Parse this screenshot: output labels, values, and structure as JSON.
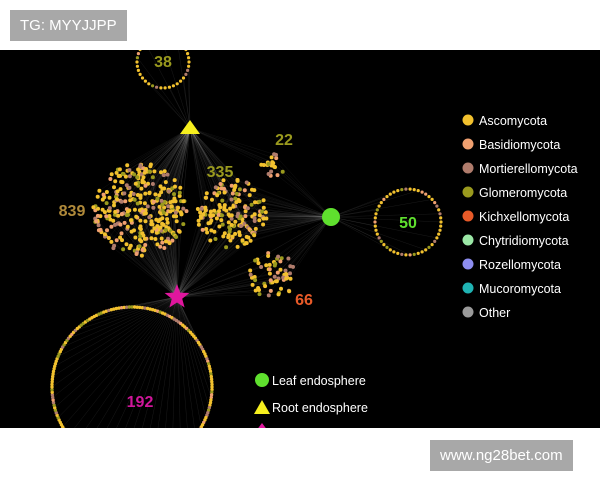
{
  "badges": {
    "top_left": "TG: MYYJJPP",
    "bottom_right": "www.ng28bet.com"
  },
  "colors": {
    "background": "#000000",
    "Ascomycota": "#f2c12e",
    "Basidiomycota": "#f0a070",
    "Mortierellomycota": "#b07c6c",
    "Glomeromycota": "#9a9a1e",
    "Kichxellomycota": "#e85a28",
    "Chytridiomycota": "#9be8a6",
    "Rozellomycota": "#8d8df0",
    "Mucoromycota": "#1fb3b3",
    "Other": "#9a9a9a",
    "leaf_hub": "#5fe02e",
    "root_hub": "#f6ef1e",
    "star_hub": "#e0169e"
  },
  "legend": {
    "phyla": [
      {
        "label": "Ascomycota",
        "color_key": "Ascomycota"
      },
      {
        "label": "Basidiomycota",
        "color_key": "Basidiomycota"
      },
      {
        "label": "Mortierellomycota",
        "color_key": "Mortierellomycota"
      },
      {
        "label": "Glomeromycota",
        "color_key": "Glomeromycota"
      },
      {
        "label": "Kichxellomycota",
        "color_key": "Kichxellomycota"
      },
      {
        "label": "Chytridiomycota",
        "color_key": "Chytridiomycota"
      },
      {
        "label": "Rozellomycota",
        "color_key": "Rozellomycota"
      },
      {
        "label": "Mucoromycota",
        "color_key": "Mucoromycota"
      },
      {
        "label": "Other",
        "color_key": "Other"
      }
    ],
    "compartments": [
      {
        "label": "Leaf endosphere",
        "shape": "circle",
        "color_key": "leaf_hub"
      },
      {
        "label": "Root endosphere",
        "shape": "triangle",
        "color_key": "root_hub"
      }
    ]
  },
  "clusters": [
    {
      "id": "c38",
      "label": "38",
      "label_color": "#9a9a1e"
    },
    {
      "id": "c22",
      "label": "22",
      "label_color": "#9a9a1e"
    },
    {
      "id": "c335",
      "label": "335",
      "label_color": "#9a9a1e"
    },
    {
      "id": "c839",
      "label": "839",
      "label_color": "#b08a3a"
    },
    {
      "id": "c50",
      "label": "50",
      "label_color": "#5fe02e"
    },
    {
      "id": "c66",
      "label": "66",
      "label_color": "#e85a28"
    },
    {
      "id": "c192",
      "label": "192",
      "label_color": "#d0169a"
    }
  ]
}
